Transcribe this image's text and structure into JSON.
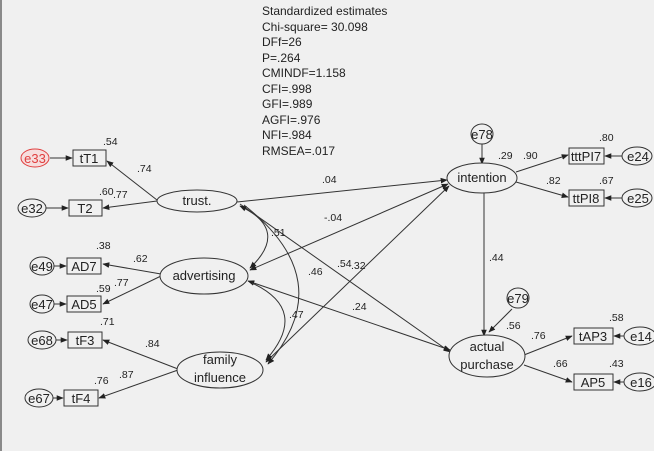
{
  "stats": {
    "title": "Standardized estimates",
    "lines": [
      "Chi-square= 30.098",
      "DFf=26",
      "P=.264",
      "CMINDF=1.158",
      "CFI=.998",
      "GFI=.989",
      "AGFI=.976",
      "NFI=.984",
      "RMSEA=.017"
    ]
  },
  "latents": {
    "trust": "trust.",
    "advertising": "advertising",
    "family_1": "family",
    "family_2": "influence",
    "intention": "intention",
    "actual_1": "actual",
    "actual_2": "purchase"
  },
  "indicators": {
    "tT1": "tT1",
    "T2": "T2",
    "AD7": "AD7",
    "AD5": "AD5",
    "tF3": "tF3",
    "tF4": "tF4",
    "tttPI7": "tttPI7",
    "ttPI8": "ttPI8",
    "tAP3": "tAP3",
    "AP5": "AP5"
  },
  "errors": {
    "e33": "e33",
    "e32": "e32",
    "e49": "e49",
    "e47": "e47",
    "e68": "e68",
    "e67": "e67",
    "e78": "e78",
    "e79": "e79",
    "e24": "e24",
    "e25": "e25",
    "e14": "e14",
    "e16": "e16"
  },
  "error_highlight_color": "#e04040",
  "coefficients": {
    "r2_tT1": ".54",
    "load_tT1": ".74",
    "r2_T2": ".60",
    "load_T2": ".77",
    "r2_AD7": ".38",
    "load_AD7": ".62",
    "r2_AD5": ".59",
    "load_AD5": ".77",
    "r2_tF3": ".71",
    "load_tF3": ".84",
    "r2_tF4": ".76",
    "load_tF4": ".87",
    "r2_intention": ".29",
    "load_PI7": ".90",
    "r2_PI7": ".80",
    "load_PI8": ".82",
    "r2_PI8": ".67",
    "r2_actual": ".56",
    "load_AP3": ".76",
    "r2_AP3": ".58",
    "load_AP5": ".66",
    "r2_AP5": ".43",
    "trust_to_intention": ".04",
    "adv_to_intention": "-.04",
    "family_to_intention": ".32",
    "trust_to_actual": ".54",
    "adv_to_actual": ".24",
    "intention_to_actual": ".44",
    "cov_trust_adv": ".51",
    "cov_trust_family": ".46",
    "cov_adv_family": ".47"
  }
}
